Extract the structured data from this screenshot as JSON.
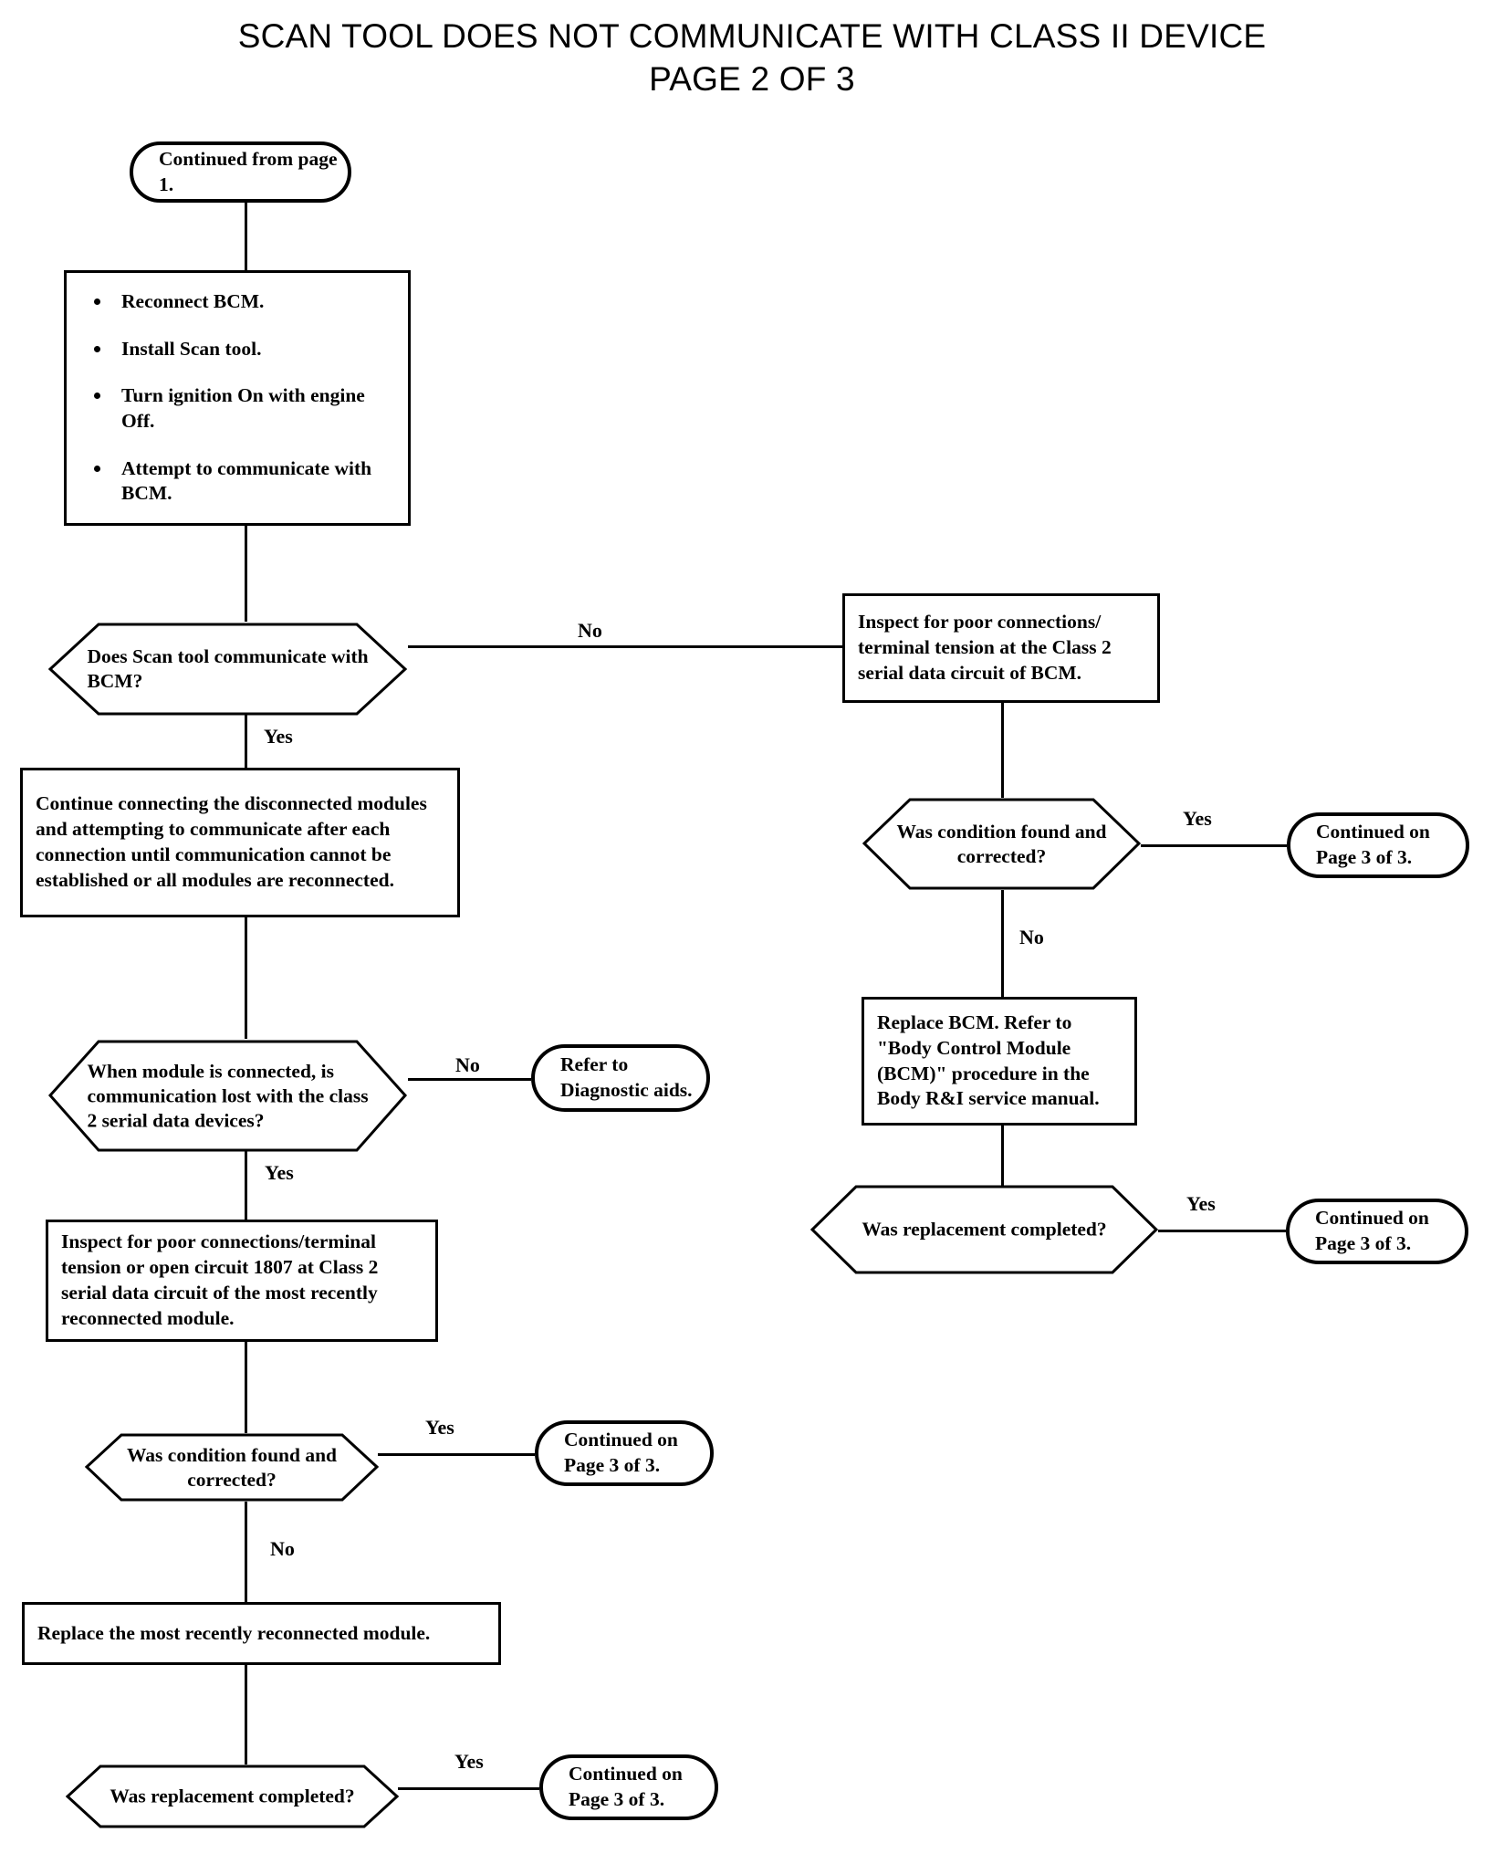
{
  "title": {
    "line1": "SCAN TOOL DOES NOT COMMUNICATE WITH CLASS II DEVICE",
    "line2": "PAGE 2 OF 3"
  },
  "nodes": {
    "start": {
      "type": "terminal",
      "text": "Continued from page 1."
    },
    "setup_steps": {
      "type": "process",
      "bullets": [
        "Reconnect BCM.",
        "Install Scan tool.",
        "Turn ignition On with engine Off.",
        "Attempt to communicate with BCM."
      ]
    },
    "q_scan_communicates": {
      "type": "decision",
      "text": "Does Scan tool communicate with BCM?"
    },
    "inspect_bcm_class2": {
      "type": "process",
      "text": "Inspect for poor connections/ terminal tension at the Class 2 serial data circuit of BCM."
    },
    "q_condition_found_right": {
      "type": "decision",
      "text": "Was condition found and corrected?"
    },
    "cont_page3_right_1": {
      "type": "terminal",
      "text": "Continued on Page 3 of 3."
    },
    "replace_bcm": {
      "type": "process",
      "text": "Replace BCM. Refer to \"Body Control Module (BCM)\" procedure in the Body R&I service manual."
    },
    "q_replacement_right": {
      "type": "decision",
      "text": "Was replacement completed?"
    },
    "cont_page3_right_2": {
      "type": "terminal",
      "text": "Continued on Page 3 of 3."
    },
    "continue_connecting": {
      "type": "process",
      "text": "Continue connecting the disconnected modules and attempting to communicate after each connection until communication cannot be established or all modules are reconnected."
    },
    "q_comm_lost": {
      "type": "decision",
      "text": "When module is connected, is communication lost with the class 2 serial data devices?"
    },
    "refer_diagnostic_aids": {
      "type": "terminal",
      "text": "Refer to Diagnostic aids."
    },
    "inspect_1807": {
      "type": "process",
      "text": "Inspect for poor connections/terminal tension or open circuit 1807 at Class 2 serial data circuit of the most recently reconnected module."
    },
    "q_condition_found_left": {
      "type": "decision",
      "text": "Was condition found and corrected?"
    },
    "cont_page3_left_1": {
      "type": "terminal",
      "text": "Continued on Page 3 of 3."
    },
    "replace_module": {
      "type": "process",
      "text": "Replace the most recently reconnected module."
    },
    "q_replacement_left": {
      "type": "decision",
      "text": "Was replacement completed?"
    },
    "cont_page3_left_2": {
      "type": "terminal",
      "text": "Continued on Page 3 of 3."
    }
  },
  "edge_labels": {
    "scan_no": "No",
    "scan_yes": "Yes",
    "right_cond_yes": "Yes",
    "right_cond_no": "No",
    "right_repl_yes": "Yes",
    "comm_lost_no": "No",
    "comm_lost_yes": "Yes",
    "left_cond_yes": "Yes",
    "left_cond_no": "No",
    "left_repl_yes": "Yes"
  },
  "colors": {
    "stroke": "#000000",
    "background": "#ffffff"
  }
}
